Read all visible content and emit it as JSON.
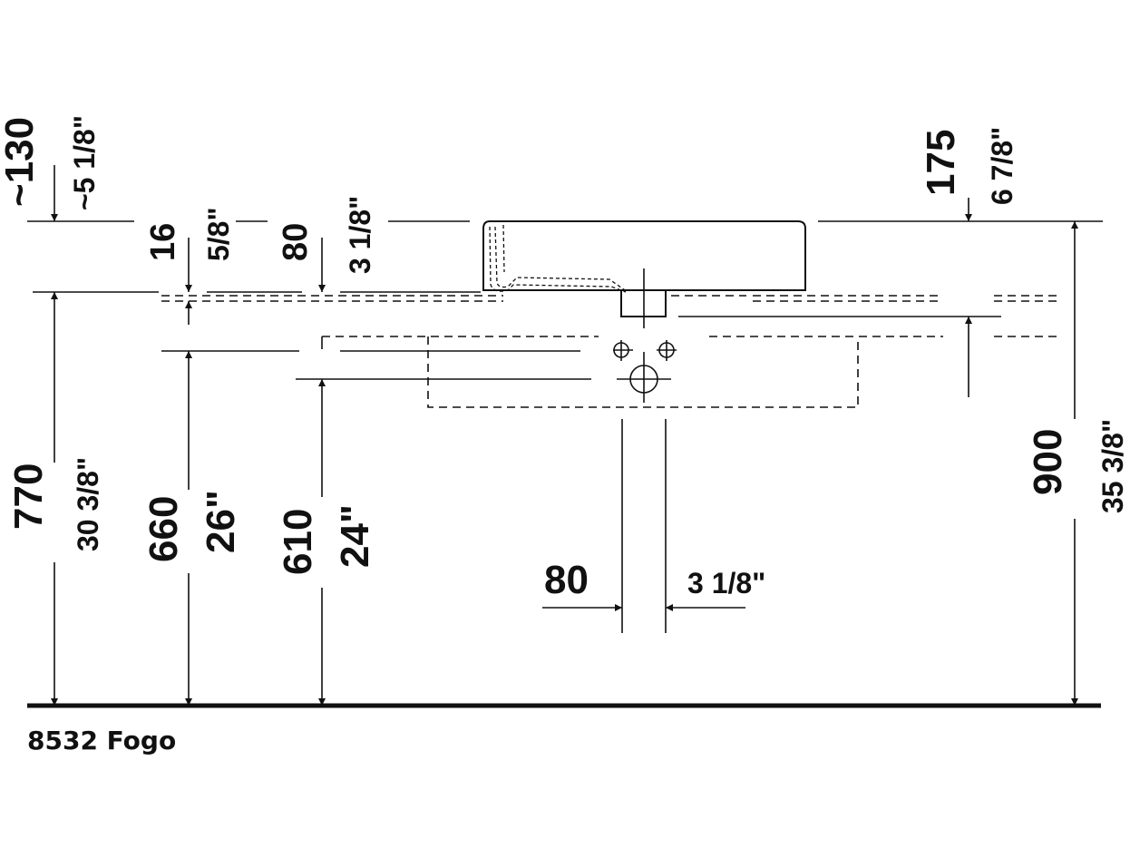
{
  "caption": "8532 Fogo",
  "colors": {
    "line": "#111111",
    "background": "#ffffff"
  },
  "dimensions": {
    "d130_mm": "~130",
    "d130_in": "~5 1/8\"",
    "d16_mm": "16",
    "d16_in": "5/8\"",
    "d80v_mm": "80",
    "d80v_in": "3 1/8\"",
    "d175_mm": "175",
    "d175_in": "6 7/8\"",
    "d770_mm": "770",
    "d770_in": "30 3/8\"",
    "d660_mm": "660",
    "d660_in": "26\"",
    "d610_mm": "610",
    "d610_in": "24\"",
    "d900_mm": "900",
    "d900_in": "35 3/8\"",
    "d80h_mm": "80",
    "d80h_in": "3 1/8\""
  }
}
